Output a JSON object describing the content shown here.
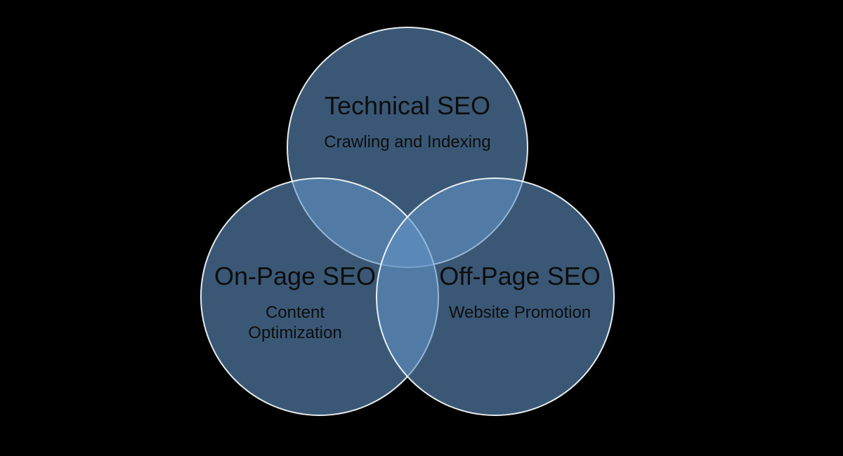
{
  "page": {
    "background_color": "#000000"
  },
  "diagram": {
    "type": "venn",
    "colors": {
      "background": "#000000",
      "circle_base": "#6193C5",
      "circle_single_rendered": "#3A5876",
      "circle_double_overlap_rendered": "#4B76A3",
      "circle_triple_overlap_rendered": "#5285BC",
      "outline": "#FFFFFF",
      "label_text": "#0D0D0D"
    },
    "circles": [
      {
        "id": "technical-seo",
        "title": "Technical SEO",
        "subtitle": "Crawling and Indexing"
      },
      {
        "id": "on-page-seo",
        "title": "On-Page SEO",
        "subtitle": "Content Optimization"
      },
      {
        "id": "off-page-seo",
        "title": "Off-Page SEO",
        "subtitle": "Website Promotion"
      }
    ]
  }
}
